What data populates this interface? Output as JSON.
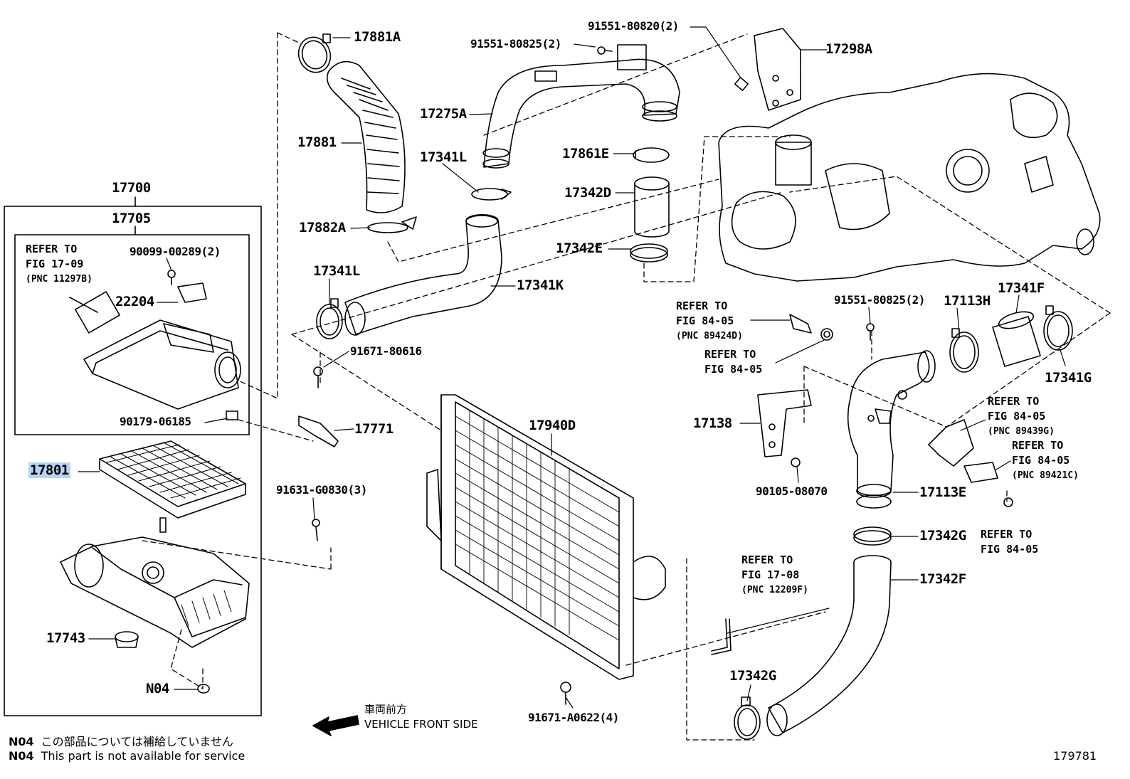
{
  "assembly": {
    "main": "17700",
    "sub": "17705"
  },
  "refs": {
    "r1709": {
      "line1": "REFER TO",
      "line2": "FIG 17-09",
      "pnc": "(PNC 11297B)"
    },
    "r1708": {
      "line1": "REFER TO",
      "line2": "FIG 17-08",
      "pnc": "(PNC 12209F)"
    },
    "r8405a": {
      "line1": "REFER TO",
      "line2": "FIG 84-05",
      "pnc": "(PNC 89424D)"
    },
    "r8405b": {
      "line1": "REFER TO",
      "line2": "FIG 84-05"
    },
    "r8405c": {
      "line1": "REFER TO",
      "line2": "FIG 84-05",
      "pnc": "(PNC 89439G)"
    },
    "r8405d": {
      "line1": "REFER TO",
      "line2": "FIG 84-05",
      "pnc": "(PNC 89421C)"
    },
    "r8405e": {
      "line1": "REFER TO",
      "line2": "FIG 84-05"
    }
  },
  "parts": {
    "p17881A": "17881A",
    "p17881": "17881",
    "p17882A": "17882A",
    "p91551_80825a": "91551-80825(2)",
    "p91551_80820": "91551-80820(2)",
    "p17298A": "17298A",
    "p17275A": "17275A",
    "p17341L_top": "17341L",
    "p17861E": "17861E",
    "p17342D": "17342D",
    "p17342E": "17342E",
    "p17341L_bot": "17341L",
    "p17341K": "17341K",
    "p90099": "90099-00289(2)",
    "p22204": "22204",
    "p90179": "90179-06185",
    "p17801": "17801",
    "p17743": "17743",
    "pN04": "N04",
    "p91671_80616": "91671-80616",
    "p17771": "17771",
    "p91631": "91631-G0830(3)",
    "p17940D": "17940D",
    "p91671_A0622": "91671-A0622(4)",
    "p91551_80825b": "91551-80825(2)",
    "p17113H": "17113H",
    "p17341F": "17341F",
    "p17341G": "17341G",
    "p17138": "17138",
    "p90105": "90105-08070",
    "p17113E": "17113E",
    "p17342G_top": "17342G",
    "p17342F": "17342F",
    "p17342G_bot": "17342G"
  },
  "front": {
    "jp": "車両前方",
    "en": "VEHICLE FRONT SIDE"
  },
  "notes": [
    {
      "code": "N04",
      "text": "この部品については補給していません"
    },
    {
      "code": "N04",
      "text": "This part is not available for service"
    }
  ],
  "figure_no": "179781",
  "colors": {
    "line": "#000000",
    "highlight": "#b5d3f5"
  }
}
